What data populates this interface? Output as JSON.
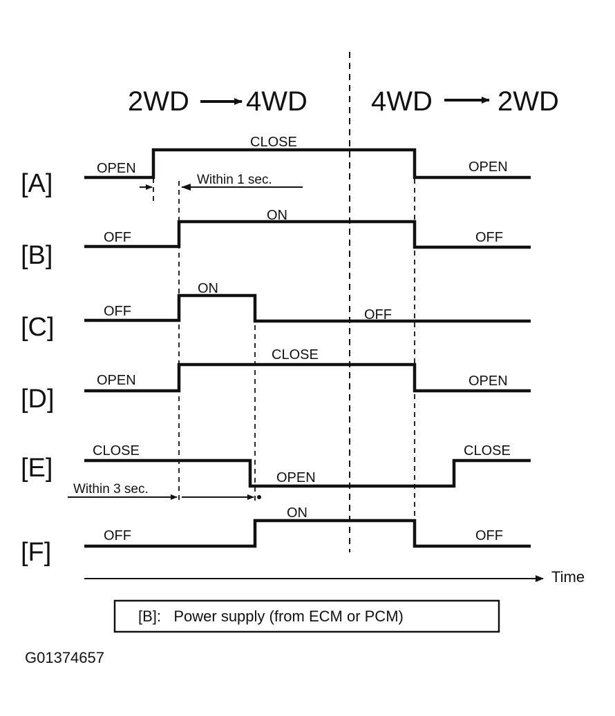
{
  "headers": {
    "left_from": "2WD",
    "left_to": "4WD",
    "right_from": "4WD",
    "right_to": "2WD"
  },
  "signals": [
    {
      "label": "[A]",
      "states": [
        "OPEN",
        "CLOSE",
        "OPEN"
      ]
    },
    {
      "label": "[B]",
      "states": [
        "OFF",
        "ON",
        "OFF"
      ]
    },
    {
      "label": "[C]",
      "states": [
        "OFF",
        "ON",
        "OFF"
      ]
    },
    {
      "label": "[D]",
      "states": [
        "OPEN",
        "CLOSE",
        "OPEN"
      ]
    },
    {
      "label": "[E]",
      "states": [
        "CLOSE",
        "OPEN",
        "CLOSE"
      ]
    },
    {
      "label": "[F]",
      "states": [
        "OFF",
        "ON",
        "OFF"
      ]
    }
  ],
  "annotations": {
    "within_1": "Within 1 sec.",
    "within_3": "Within 3 sec."
  },
  "time_label": "Time",
  "caption": "[B]:   Power supply (from ECM or PCM)",
  "figure_code": "G01374657",
  "colors": {
    "ink": "#111111",
    "background": "#ffffff"
  }
}
